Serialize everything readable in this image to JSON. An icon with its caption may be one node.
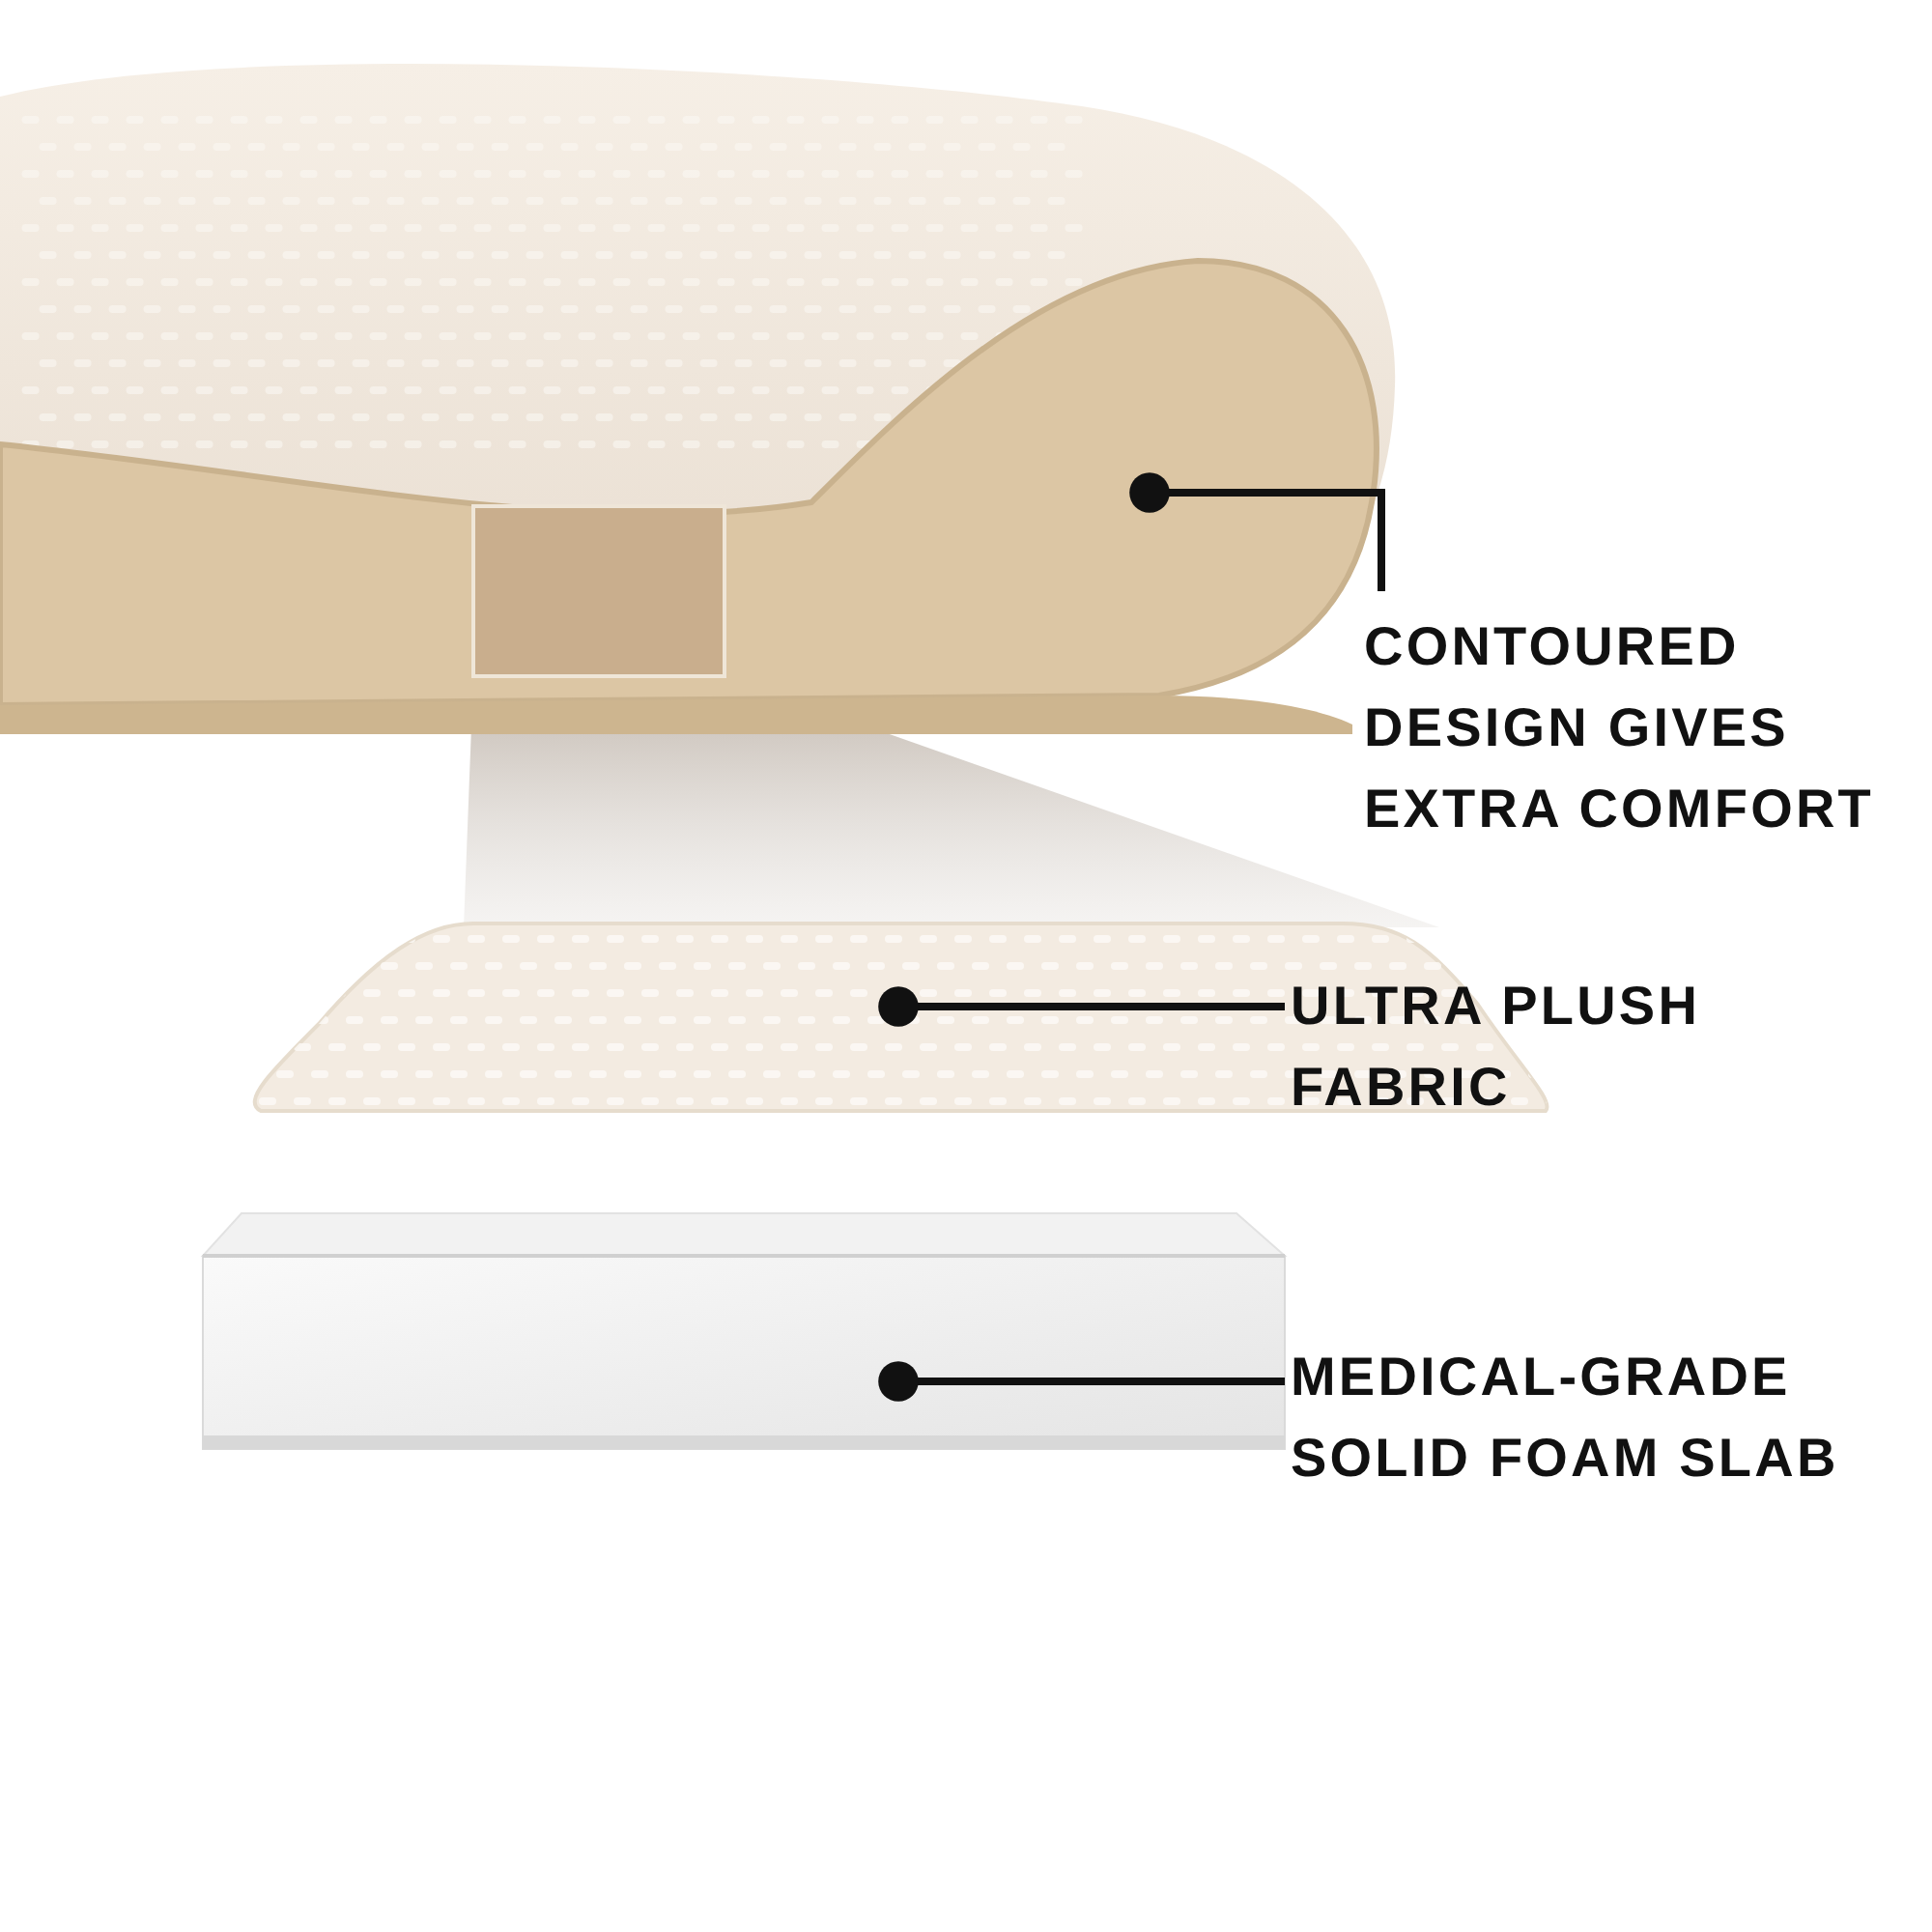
{
  "diagram": {
    "nodes": [
      {
        "text": [],
        "shape": "picture"
      },
      {
        "text": [
          "CONTOURED DESIGN GIVES EXTRA COMFORT"
        ]
      },
      {
        "text": [],
        "shape": "picture"
      },
      {
        "text": [
          "ULTRA PLUSH FABRIC"
        ]
      },
      {
        "text": [],
        "shape": "picture"
      },
      {
        "text": [
          "MEDICAL-GRADE SOLID FOAM SLAB"
        ]
      }
    ],
    "edges": [
      {
        "from": 0,
        "to": 1,
        "arrow": "other"
      },
      {
        "from": 2,
        "to": 3,
        "arrow": "other"
      },
      {
        "from": 4,
        "to": 5,
        "arrow": "other"
      }
    ]
  }
}
